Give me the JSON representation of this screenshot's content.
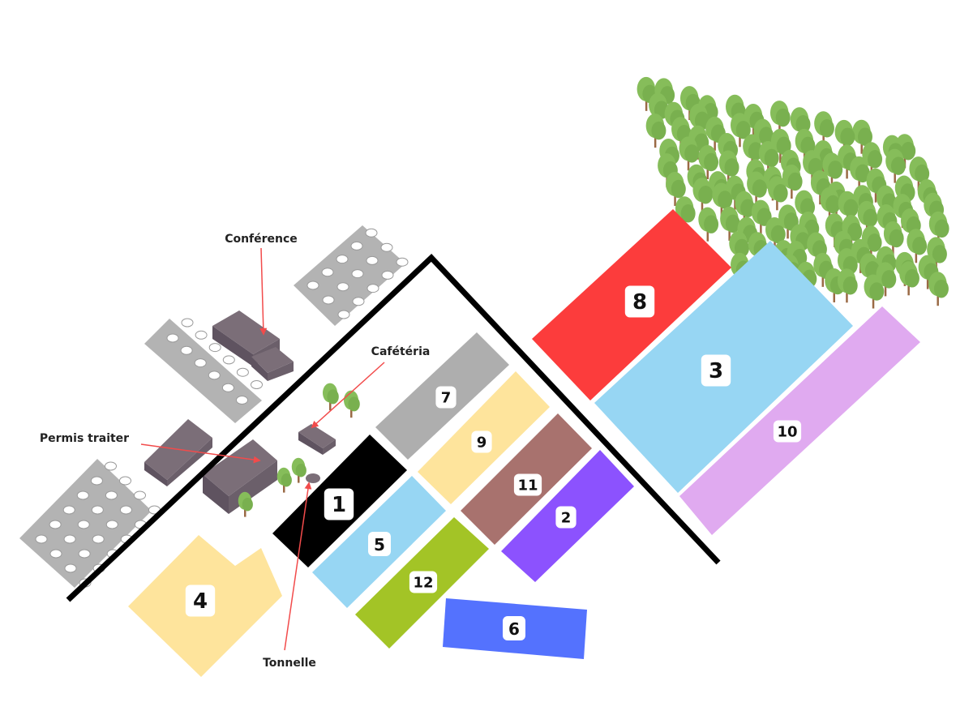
{
  "map": {
    "zones": [
      {
        "id": "1",
        "color": "#000000"
      },
      {
        "id": "2",
        "color": "#8c52fe"
      },
      {
        "id": "3",
        "color": "#97d6f3"
      },
      {
        "id": "4",
        "color": "#fee49c"
      },
      {
        "id": "5",
        "color": "#97d6f3"
      },
      {
        "id": "6",
        "color": "#5472fe"
      },
      {
        "id": "7",
        "color": "#aeaeae"
      },
      {
        "id": "8",
        "color": "#fc3c3c"
      },
      {
        "id": "9",
        "color": "#fee49c"
      },
      {
        "id": "10",
        "color": "#e0aaf0"
      },
      {
        "id": "11",
        "color": "#a8726e"
      },
      {
        "id": "12",
        "color": "#a3c426"
      }
    ],
    "labels": {
      "conference": "Conférence",
      "cafeteria": "Cafétéria",
      "permis_traiter": "Permis traiter",
      "tonnelle": "Tonnelle"
    },
    "colors": {
      "arrow": "#f24b4b",
      "building": "#7b6e78",
      "parking": "#b3b3b3",
      "tree": "#86bd5a",
      "trunk": "#9a6a45"
    }
  }
}
